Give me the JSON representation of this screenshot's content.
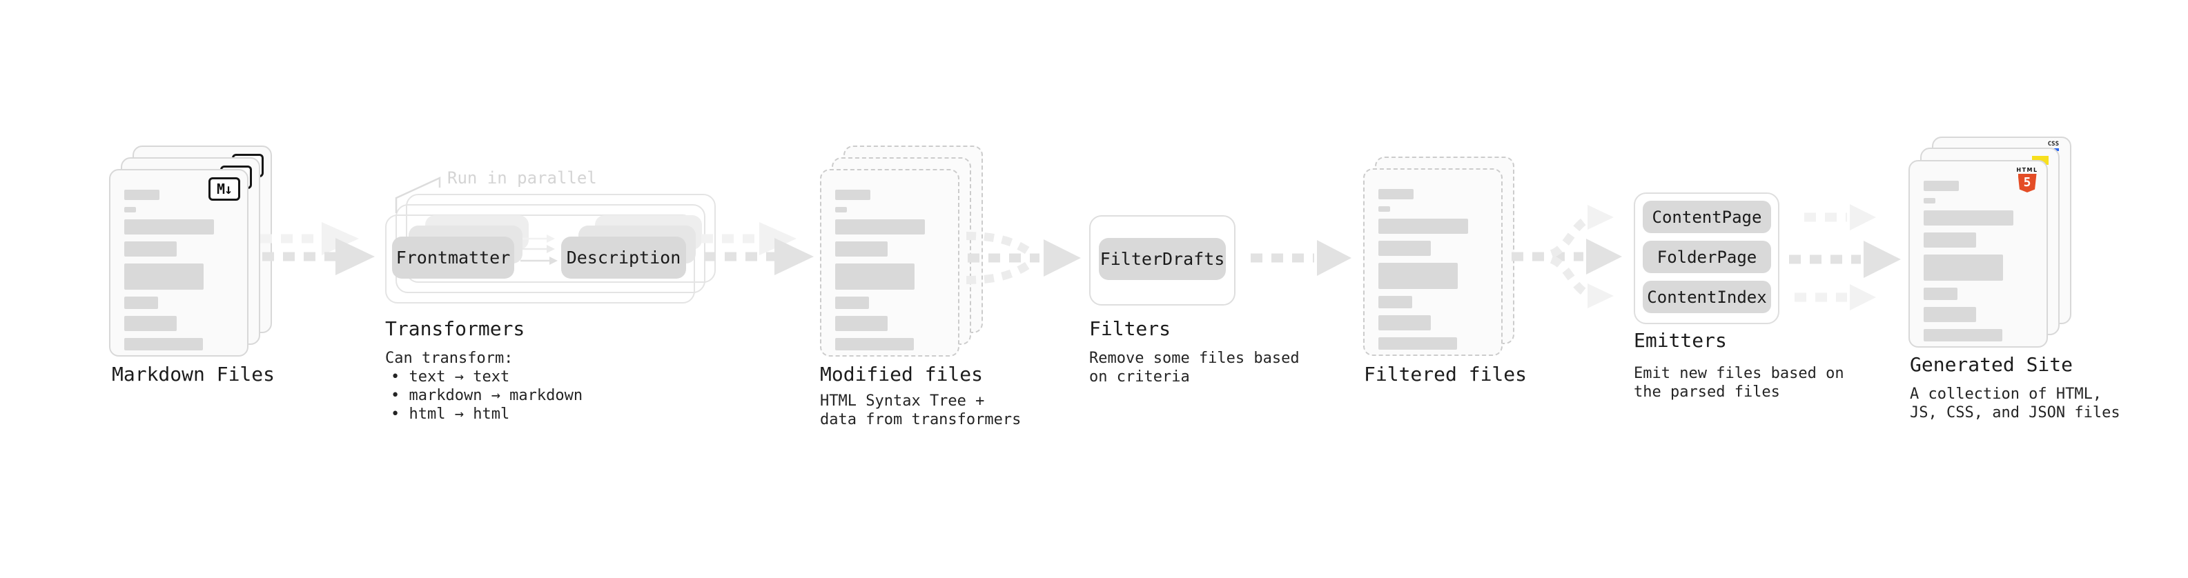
{
  "colors": {
    "html5_orange": "#e44d26",
    "js_yellow": "#f7df1e",
    "css_blue": "#2965f1",
    "placeholder_bar": "#d9d9d9",
    "node_fill": "#d9d9d9"
  },
  "stages": [
    {
      "id": "markdown-files",
      "label": "Markdown Files",
      "badge": "M↓"
    },
    {
      "id": "transformers",
      "label": "Transformers",
      "annotation": "Run in parallel",
      "nodes": [
        "Frontmatter",
        "Description"
      ],
      "desc_lines": [
        "Can transform:",
        "• text → text",
        "• markdown → markdown",
        "• html → html"
      ]
    },
    {
      "id": "modified-files",
      "label": "Modified files",
      "desc_lines": [
        "HTML Syntax Tree +",
        "data from transformers"
      ]
    },
    {
      "id": "filters",
      "label": "Filters",
      "nodes": [
        "FilterDrafts"
      ],
      "desc_lines": [
        "Remove some files based",
        "on criteria"
      ]
    },
    {
      "id": "filtered-files",
      "label": "Filtered files"
    },
    {
      "id": "emitters",
      "label": "Emitters",
      "nodes": [
        "ContentPage",
        "FolderPage",
        "ContentIndex"
      ],
      "desc_lines": [
        "Emit new files based on",
        "the parsed files"
      ]
    },
    {
      "id": "generated-site",
      "label": "Generated Site",
      "badges": {
        "html5_label": "HTML",
        "html5_number": "5",
        "css_label": "CSS"
      },
      "desc_lines": [
        "A collection of HTML,",
        "JS, CSS, and JSON files"
      ]
    }
  ]
}
